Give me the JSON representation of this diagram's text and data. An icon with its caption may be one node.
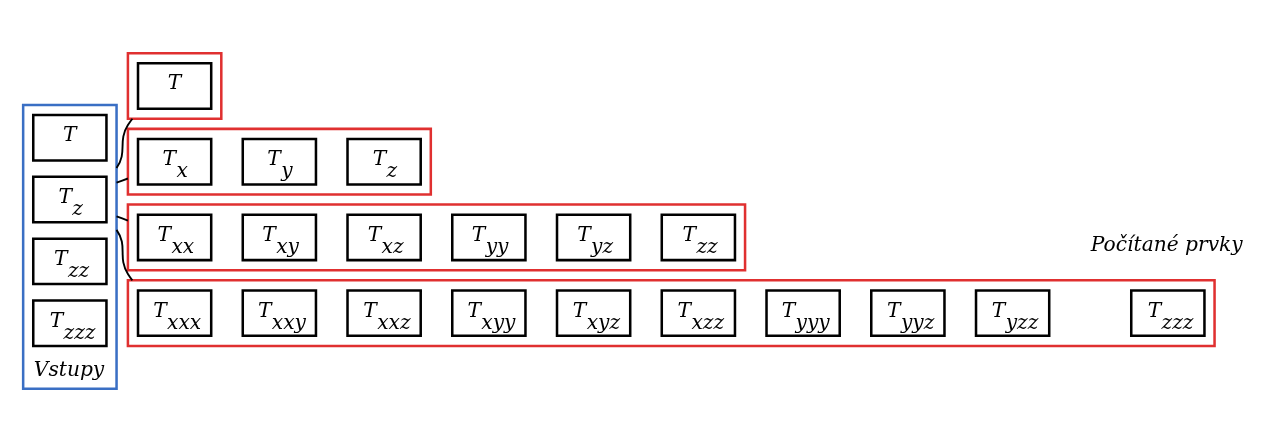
{
  "diagram": {
    "nodes": [
      {
        "text": [
          "Vstupy"
        ]
      },
      {
        "text": [
          "T"
        ],
        "in": 0
      },
      {
        "text": [
          "T$_{z}$"
        ],
        "in": 0
      },
      {
        "text": [
          "T$_{zz}$"
        ],
        "in": 0
      },
      {
        "text": [
          "T$_{zzz}$"
        ],
        "in": 0
      },
      {
        "text": [],
        "shape": "box"
      },
      {
        "text": [
          "T"
        ],
        "in": 5
      },
      {
        "text": [],
        "shape": "box"
      },
      {
        "text": [
          "T$_{x}$"
        ],
        "in": 7
      },
      {
        "text": [
          "T$_{y}$"
        ],
        "in": 7
      },
      {
        "text": [
          "T$_{z}$"
        ],
        "in": 7
      },
      {
        "text": [],
        "shape": "box"
      },
      {
        "text": [
          "T$_{xx}$"
        ],
        "in": 11
      },
      {
        "text": [
          "T$_{xy}$"
        ],
        "in": 11
      },
      {
        "text": [
          "T$_{xz}$"
        ],
        "in": 11
      },
      {
        "text": [
          "T$_{yy}$"
        ],
        "in": 11
      },
      {
        "text": [
          "T$_{yz}$"
        ],
        "in": 11
      },
      {
        "text": [
          "T$_{zz}$"
        ],
        "in": 11
      },
      {
        "text": [],
        "shape": "box"
      },
      {
        "text": [
          "T$_{xxx}$"
        ],
        "in": 18
      },
      {
        "text": [
          "T$_{xxy}$"
        ],
        "in": 18
      },
      {
        "text": [
          "T$_{xxz}$"
        ],
        "in": 18
      },
      {
        "text": [
          "T$_{xyy}$"
        ],
        "in": 18
      },
      {
        "text": [
          "T$_{xyz}$"
        ],
        "in": 18
      },
      {
        "text": [
          "T$_{xzz}$"
        ],
        "in": 18
      },
      {
        "text": [
          "T$_{yyy}$"
        ],
        "in": 18
      },
      {
        "text": [
          "T$_{yyz}$"
        ],
        "in": 18
      },
      {
        "text": [
          "T$_{yzz}$"
        ],
        "in": 18
      },
      {
        "text": [
          "T$_{zzz}$"
        ],
        "in": 18
      }
    ],
    "edges": [
      {
        "from": 0,
        "to": 5,
        "arrow": "none"
      },
      {
        "from": 0,
        "to": 7,
        "arrow": "none"
      },
      {
        "from": 0,
        "to": 11,
        "arrow": "none"
      },
      {
        "from": 0,
        "to": 18,
        "arrow": "none"
      }
    ],
    "labels": [
      "Počítané prvky"
    ]
  }
}
